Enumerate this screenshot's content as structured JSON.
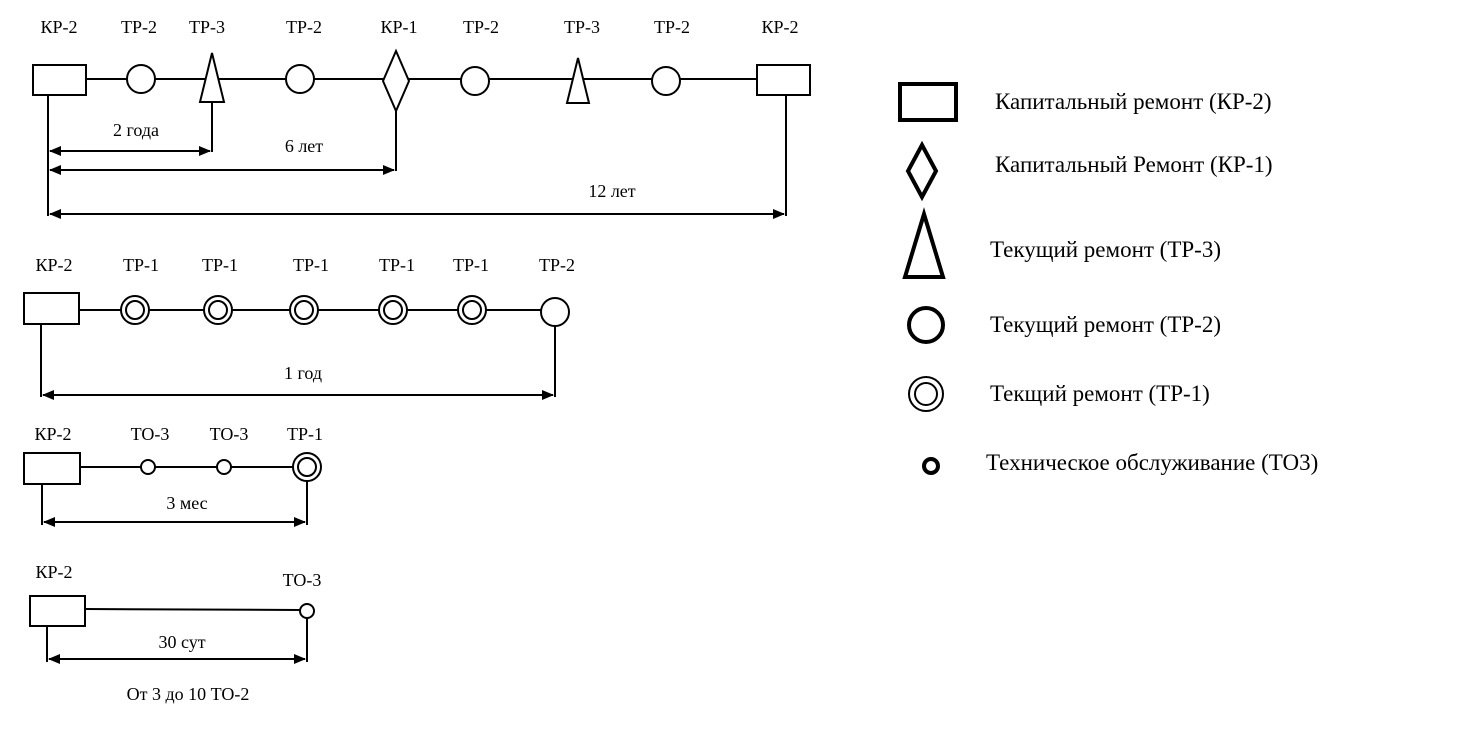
{
  "schemes": [
    {
      "labels": [
        "КР-2",
        "ТР-2",
        "ТР-3",
        "ТР-2",
        "КР-1",
        "ТР-2",
        "ТР-3",
        "ТР-2",
        "КР-2"
      ],
      "dimensions": [
        "2 года",
        "6 лет",
        "12 лет"
      ]
    },
    {
      "labels": [
        "КР-2",
        "ТР-1",
        "ТР-1",
        "ТР-1",
        "ТР-1",
        "ТР-1",
        "ТР-2"
      ],
      "dimensions": [
        "1 год"
      ]
    },
    {
      "labels": [
        "КР-2",
        "ТО-3",
        "ТО-3",
        "ТР-1"
      ],
      "dimensions": [
        "3 мес"
      ]
    },
    {
      "labels": [
        "КР-2",
        "ТО-3"
      ],
      "dimensions": [
        "30 сут"
      ],
      "note": "От 3 до 10 ТО-2"
    }
  ],
  "legend": [
    {
      "symbol": "rectangle",
      "text": "Капитальный ремонт (КР-2)"
    },
    {
      "symbol": "diamond",
      "text": "Капитальный Ремонт (КР-1)"
    },
    {
      "symbol": "triangle",
      "text": "Текущий ремонт (ТР-3)"
    },
    {
      "symbol": "circle",
      "text": "Текущий ремонт (ТР-2)"
    },
    {
      "symbol": "double-circle",
      "text": "Текщий ремонт (ТР-1)"
    },
    {
      "symbol": "small-circle",
      "text": "Техническое обслуживание (ТО3)"
    }
  ]
}
